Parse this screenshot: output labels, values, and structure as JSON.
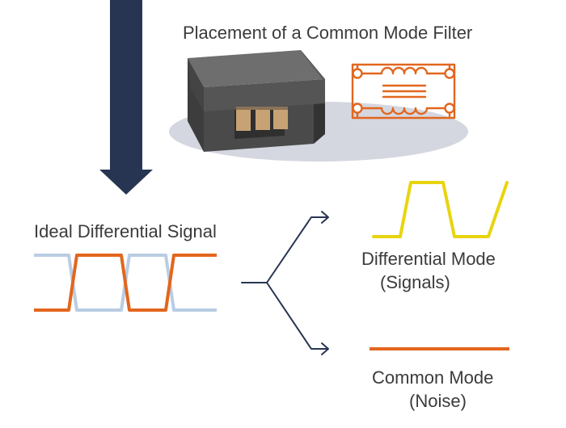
{
  "labels": {
    "placement_title": "Placement of a Common Mode Filter",
    "ideal_signal": "Ideal Differential Signal",
    "differential_mode_line1": "Differential Mode",
    "differential_mode_line2": "(Signals)",
    "common_mode_line1": "Common Mode",
    "common_mode_line2": "(Noise)"
  },
  "colors": {
    "arrow": "#283552",
    "orange": "#e2661e",
    "light_blue": "#b9cde3",
    "yellow": "#e8d40f",
    "text": "#3b3b3b",
    "shadow": "#d4d7df"
  },
  "icons": {
    "down_arrow": "down-arrow-icon",
    "chip": "chip-icon",
    "schematic": "filter-schematic-icon"
  }
}
